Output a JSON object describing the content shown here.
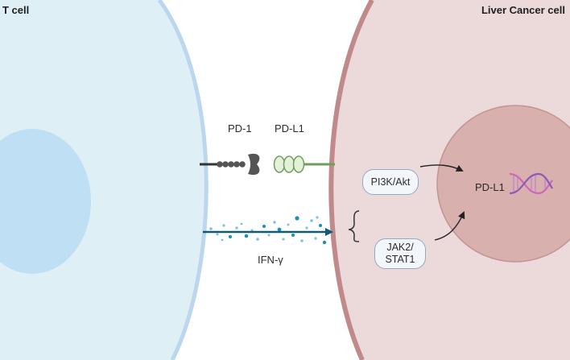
{
  "tcell": {
    "title": "T cell"
  },
  "cancer": {
    "title": "Liver Cancer cell"
  },
  "receptors": {
    "pd1_label": "PD-1",
    "pdl1_label": "PD-L1"
  },
  "cytokine": {
    "label": "IFN-γ"
  },
  "pathways": [
    {
      "label": "PI3K/Akt"
    },
    {
      "line1": "JAK2/",
      "line2": "STAT1"
    }
  ],
  "nucleus": {
    "label": "PD-L1"
  },
  "colors": {
    "tcell_fill": "#deeff5",
    "tcell_border": "#bcd6ee",
    "tcell_nucleus": "#bfdff5",
    "cancer_fill": "#ecdadb",
    "cancer_border": "#c18a8a",
    "cancer_nucleus": "#d8b0ae",
    "dna_pink": "#d066b8",
    "dna_purple": "#8a5bb5",
    "arrow_teal": "#0f5a78",
    "dot_teal": "#1a8fb8",
    "pdl1_green": "#6f9f5f"
  }
}
